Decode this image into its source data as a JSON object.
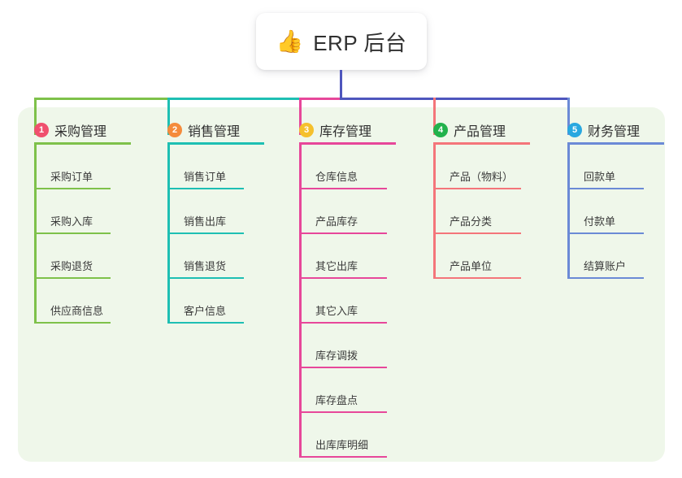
{
  "root": {
    "icon": "thumbs-up-icon",
    "icon_glyph": "👍",
    "title": "ERP 后台"
  },
  "colors": {
    "panel_background": "#eff7ea",
    "root_stem": "#4e56bd",
    "badge_1": "#f0506e",
    "badge_2": "#f58b3c",
    "badge_3": "#f5c02c",
    "badge_4": "#22b24c",
    "badge_5": "#29a8e0",
    "branch_1": "#7ec14a",
    "branch_2": "#1ebfb3",
    "branch_3": "#e7479a",
    "branch_4": "#f4757a",
    "branch_5": "#6b8ad6"
  },
  "branches": [
    {
      "number": "1",
      "title": "采购管理",
      "badge_color": "#f0506e",
      "line_color": "#7ec14a",
      "items": [
        "采购订单",
        "采购入库",
        "采购退货",
        "供应商信息"
      ]
    },
    {
      "number": "2",
      "title": "销售管理",
      "badge_color": "#f58b3c",
      "line_color": "#1ebfb3",
      "items": [
        "销售订单",
        "销售出库",
        "销售退货",
        "客户信息"
      ]
    },
    {
      "number": "3",
      "title": "库存管理",
      "badge_color": "#f5c02c",
      "line_color": "#e7479a",
      "items": [
        "仓库信息",
        "产品库存",
        "其它出库",
        "其它入库",
        "库存调拨",
        "库存盘点",
        "出库库明细"
      ]
    },
    {
      "number": "4",
      "title": "产品管理",
      "badge_color": "#22b24c",
      "line_color": "#f4757a",
      "items": [
        "产品（物料）",
        "产品分类",
        "产品单位"
      ]
    },
    {
      "number": "5",
      "title": "财务管理",
      "badge_color": "#29a8e0",
      "line_color": "#6b8ad6",
      "items": [
        "回款单",
        "付款单",
        "结算账户"
      ]
    }
  ]
}
